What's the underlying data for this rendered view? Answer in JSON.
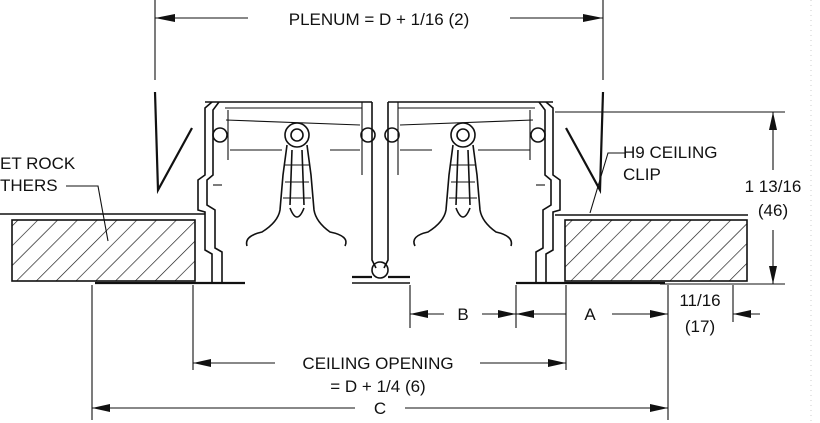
{
  "labels": {
    "plenum": "PLENUM = D + 1/16 (2)",
    "sheetrock_line1": "ET ROCK",
    "sheetrock_line2": "THERS",
    "clip_line1": "H9 CEILING",
    "clip_line2": "CLIP",
    "height_line1": "1 13/16",
    "height_line2": "(46)",
    "dim_b": "B",
    "dim_a": "A",
    "flange_line1": "11/16",
    "flange_line2": "(17)",
    "opening_line1": "CEILING OPENING",
    "opening_line2": "= D + 1/4 (6)",
    "dim_c": "C"
  },
  "colors": {
    "line": "#111111",
    "background": "#ffffff",
    "margin_dots": "#cccccc"
  }
}
